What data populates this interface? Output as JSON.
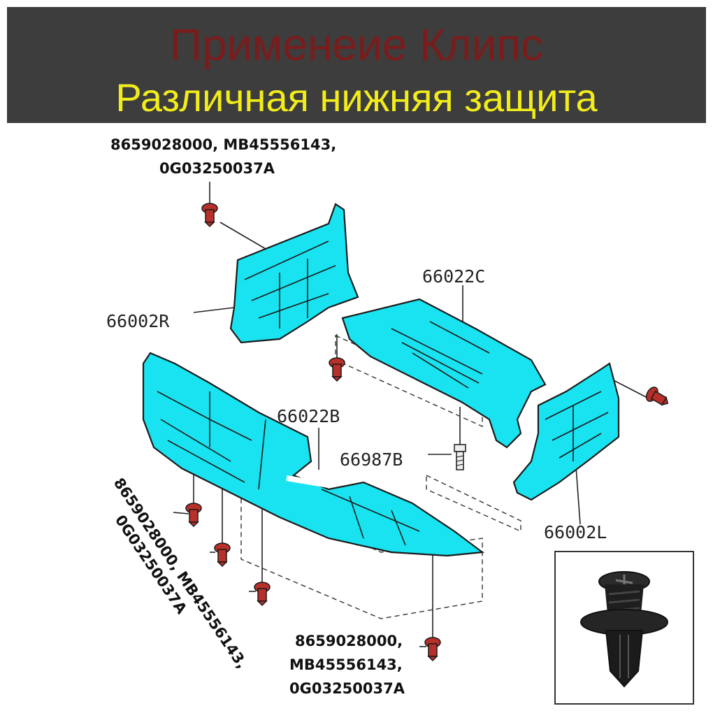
{
  "banner": {
    "title": "Применеие Клипс",
    "subtitle": "Различная нижняя защита",
    "title_color": "#7a1c1c",
    "subtitle_color": "#f2ec1a",
    "background": "#3d3d3d"
  },
  "callouts": {
    "top": {
      "line1": "8659028000, MB45556143,",
      "line2": "0G03250037A"
    },
    "rotated": {
      "line1": "8659028000, MB45556143,",
      "line2": "0G03250037A"
    },
    "bottom": {
      "line1": "8659028000,",
      "line2": "MB45556143,",
      "line3": "0G03250037A"
    }
  },
  "parts": {
    "right_shield": "66002R",
    "center_shield": "66022C",
    "front_shield": "66022B",
    "bolt": "66987B",
    "left_shield": "66002L"
  },
  "colors": {
    "panel": "#19e3f0",
    "outline": "#1a1a1a",
    "clip": "#b8302a"
  },
  "icons": {
    "clip": "plastic-push-clip-icon",
    "photo": "black-push-rivet-photo"
  }
}
